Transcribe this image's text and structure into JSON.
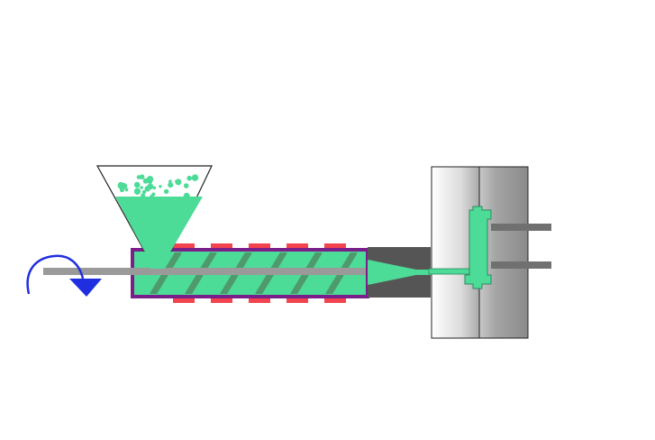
{
  "diagram": {
    "colors": {
      "background": "#ffffff",
      "plastic": "#4ddb98",
      "plastic_dark": "#3aa877",
      "barrel": "#7a1f8a",
      "heater": "#f2434e",
      "screw_shaft": "#9a9a9a",
      "screw_flight": "#4f9a6c",
      "nozzle": "#555555",
      "mold_light": "#f2f2f2",
      "mold_dark": "#8f8f8f",
      "ejector_pin": "#707070",
      "rotation_arrow": "#1f2fe0"
    },
    "heater_bands_per_side": 5,
    "screw_flight_count": 6,
    "hopper_pellet_count": 34,
    "icons": [
      "rotation-arrow-icon"
    ]
  }
}
